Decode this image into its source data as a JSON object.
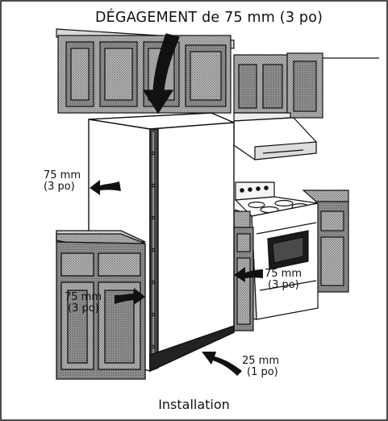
{
  "title": "DÉGAGEMENT de 75 mm (3 po)",
  "caption": "Installation",
  "clearances": {
    "left_top": {
      "line1": "75 mm",
      "line2": "(3 po)"
    },
    "left_low": {
      "line1": "75 mm",
      "line2": "(3 po)"
    },
    "right": {
      "line1": "75 mm",
      "line2": "(3 po)"
    },
    "bottom": {
      "line1": "25 mm",
      "line2": "(1 po)"
    }
  },
  "colors": {
    "line": "#111111",
    "cabinet_fill": "#a9a9a9",
    "panel_fill": "#9a9a9a",
    "background": "#ffffff"
  }
}
